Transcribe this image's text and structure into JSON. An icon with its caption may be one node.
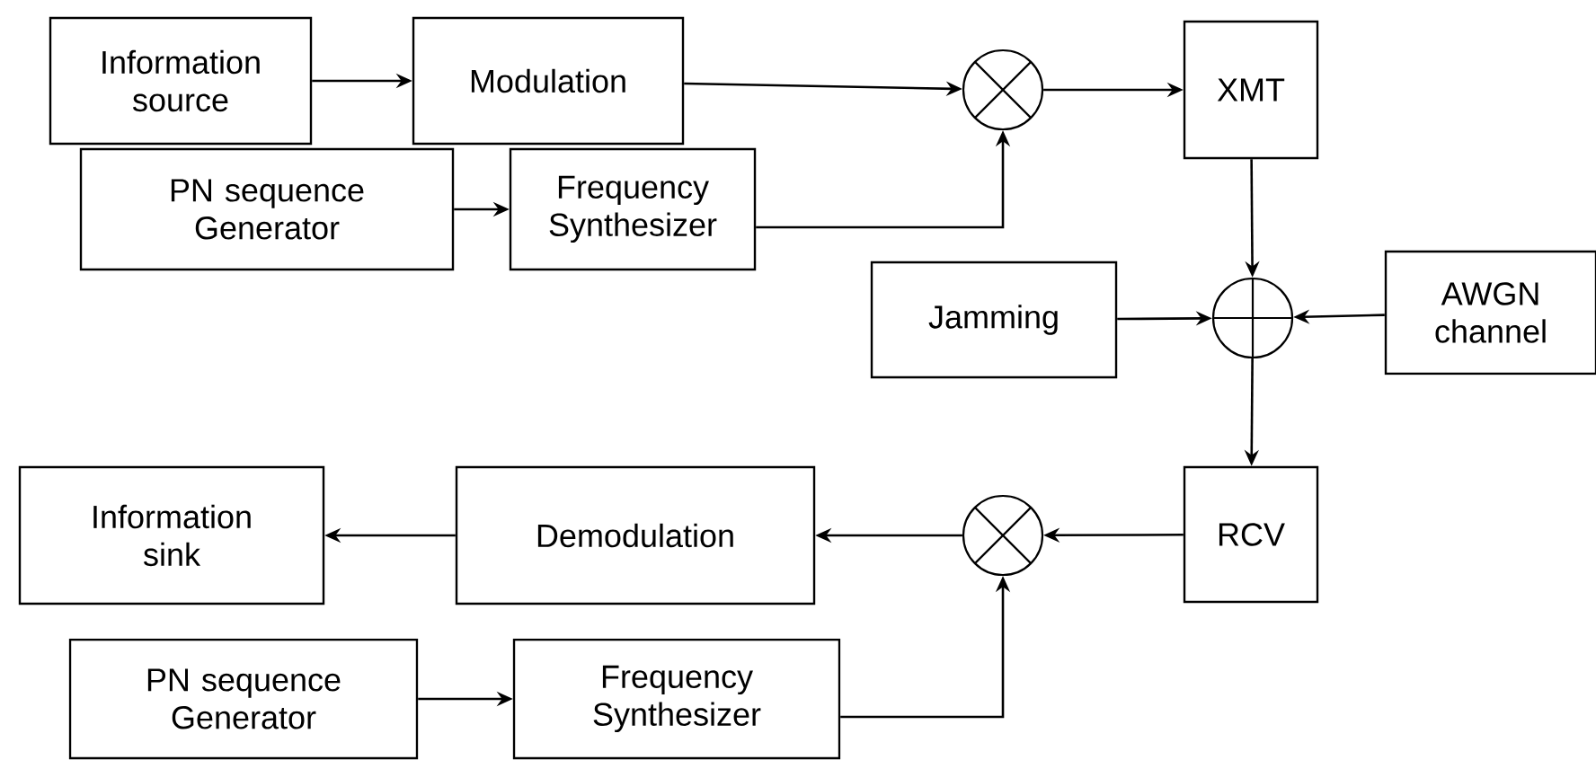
{
  "diagram": {
    "nodes": [
      {
        "text": [
          "Information source"
        ]
      },
      {
        "text": [
          "Modulation"
        ]
      },
      {
        "text": [],
        "shape": "circle"
      },
      {
        "text": [
          "XMT"
        ]
      },
      {
        "text": [
          "PN sequence Generator"
        ]
      },
      {
        "text": [
          "Frequency Synthesizer"
        ]
      },
      {
        "text": [
          "Jamming"
        ]
      },
      {
        "text": [],
        "shape": "circle"
      },
      {
        "text": [
          "AWGN channel"
        ]
      },
      {
        "text": [
          "RCV"
        ]
      },
      {
        "text": [
          "Demodulation"
        ]
      },
      {
        "text": [],
        "shape": "circle"
      },
      {
        "text": [
          "Information sink"
        ]
      },
      {
        "text": [
          "PN sequence Generator"
        ]
      },
      {
        "text": [
          "Frequency Synthesizer"
        ]
      }
    ],
    "edges": [
      {
        "from": 0,
        "to": 1,
        "arrow": "to"
      },
      {
        "from": 1,
        "to": 2,
        "arrow": "to"
      },
      {
        "from": 2,
        "to": 3,
        "arrow": "to"
      },
      {
        "from": 4,
        "to": 5,
        "arrow": "to"
      },
      {
        "from": 5,
        "to": 2,
        "arrow": "to"
      },
      {
        "from": 3,
        "to": 7,
        "arrow": "to"
      },
      {
        "from": 6,
        "to": 7,
        "arrow": "to"
      },
      {
        "from": 8,
        "to": 7,
        "arrow": "to"
      },
      {
        "from": 7,
        "to": 9,
        "arrow": "to"
      },
      {
        "from": 9,
        "to": 11,
        "arrow": "to"
      },
      {
        "from": 11,
        "to": 10,
        "arrow": "to"
      },
      {
        "from": 10,
        "to": 12,
        "arrow": "to"
      },
      {
        "from": 13,
        "to": 14,
        "arrow": "to"
      },
      {
        "from": 14,
        "to": 11,
        "arrow": "to"
      }
    ]
  }
}
